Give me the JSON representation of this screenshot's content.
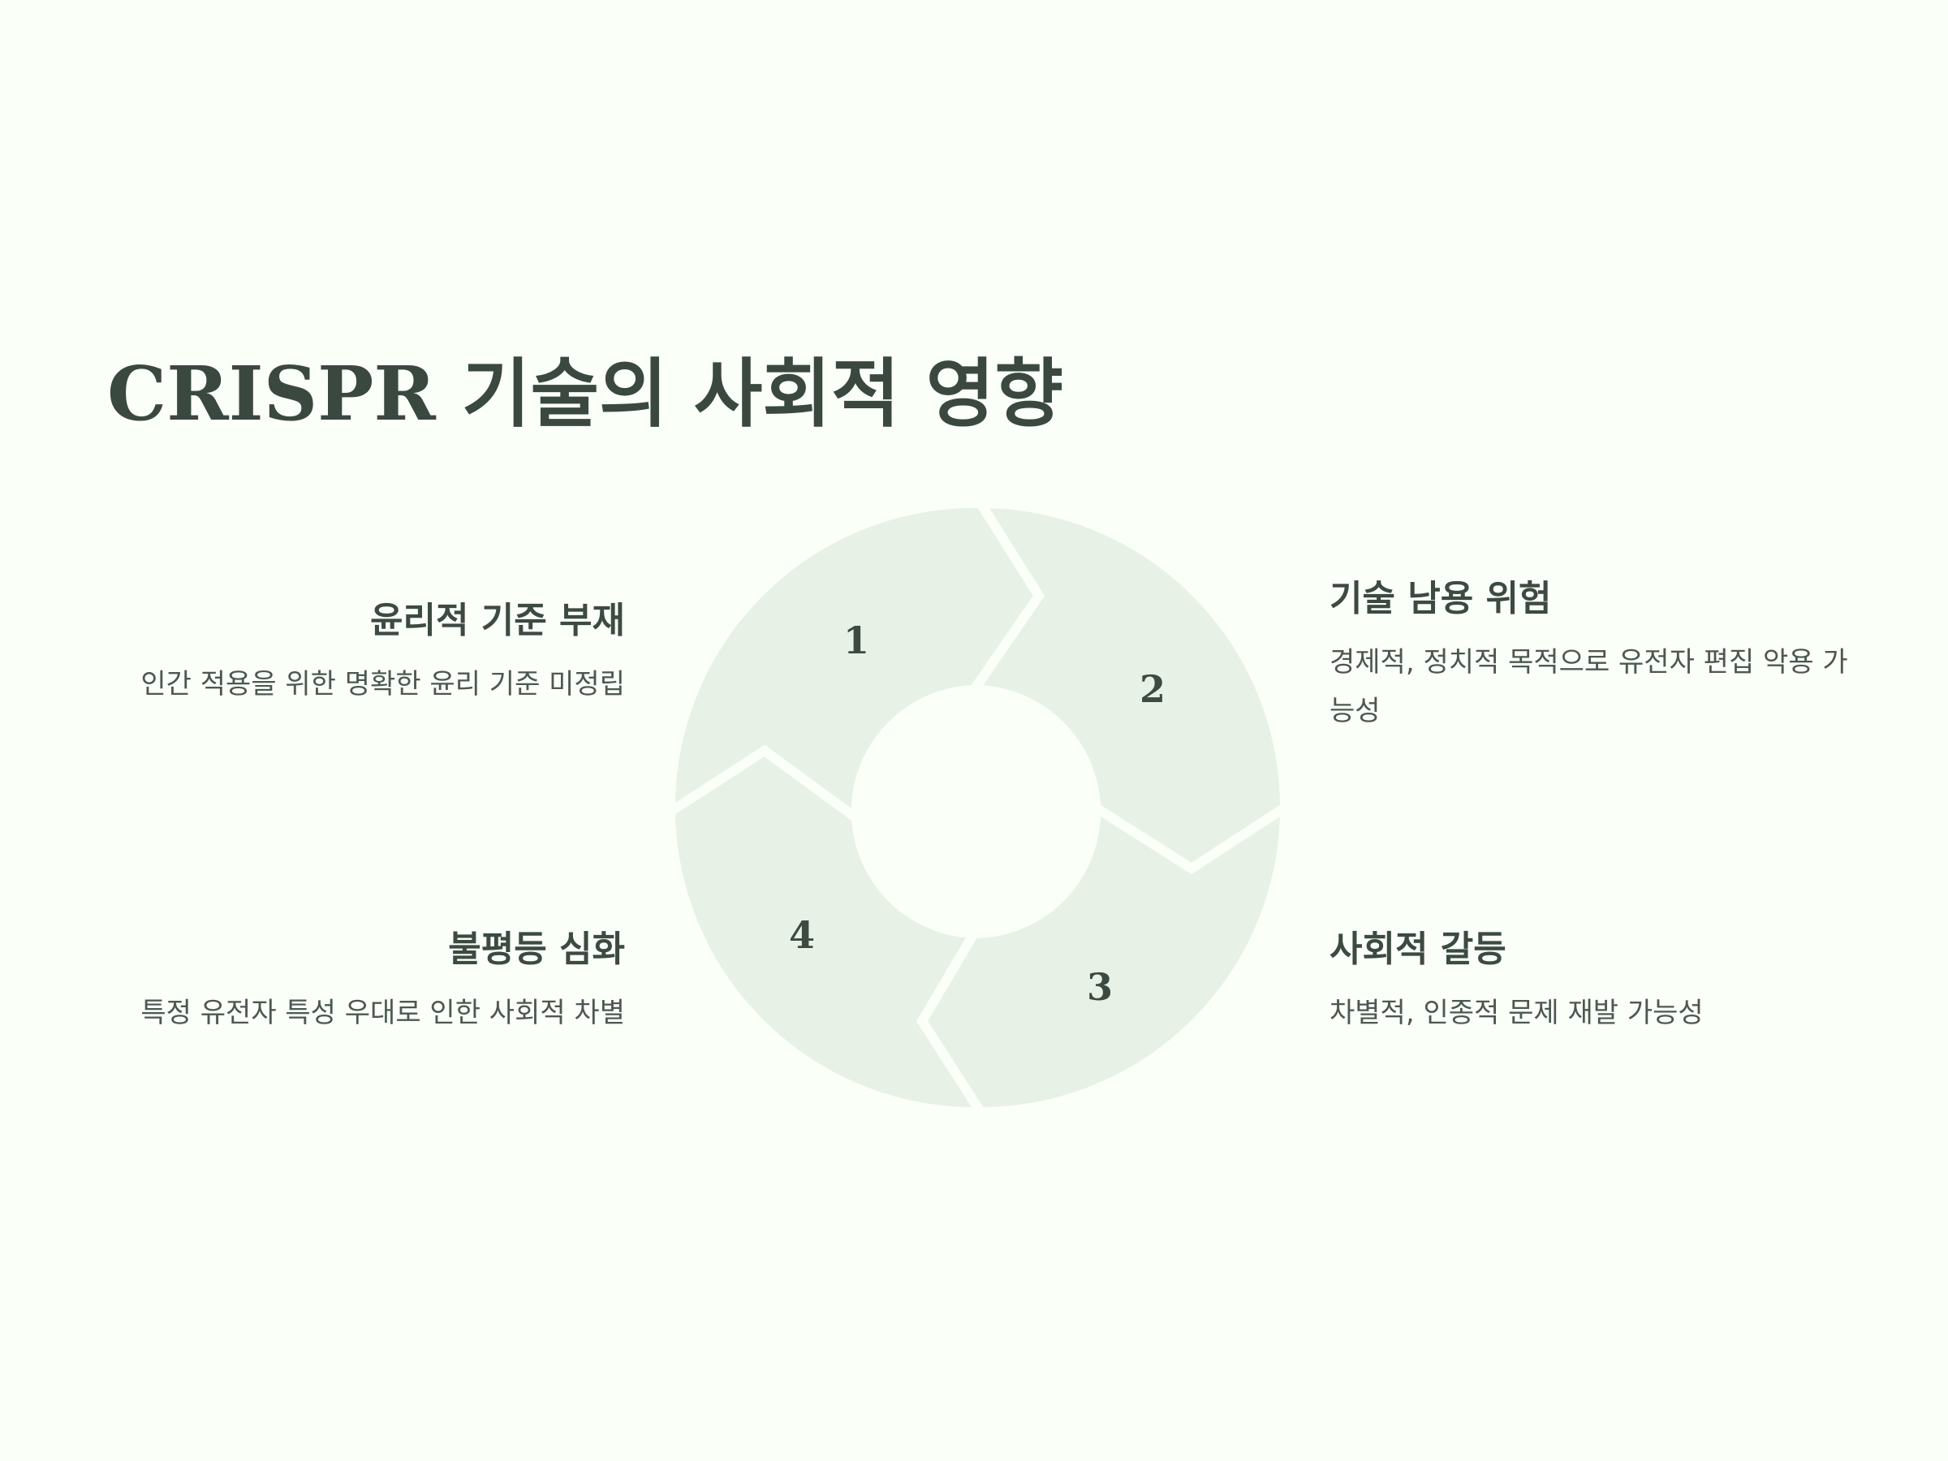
{
  "title": "CRISPR 기술의 사회적 영향",
  "cycle": {
    "segments": [
      {
        "number": "1",
        "title": "윤리적 기준 부재",
        "description": "인간 적용을 위한 명확한 윤리 기준 미정립"
      },
      {
        "number": "2",
        "title": "기술 남용 위험",
        "description": "경제적, 정치적 목적으로 유전자 편집 악용 가능성"
      },
      {
        "number": "3",
        "title": "사회적 갈등",
        "description": "차별적, 인종적 문제 재발 가능성"
      },
      {
        "number": "4",
        "title": "불평등 심화",
        "description": "특정 유전자 특성 우대로 인한 사회적 차별"
      }
    ]
  },
  "colors": {
    "background": "#fafff8",
    "segment_fill": "#e7f1e6",
    "text": "#3c4a42"
  }
}
